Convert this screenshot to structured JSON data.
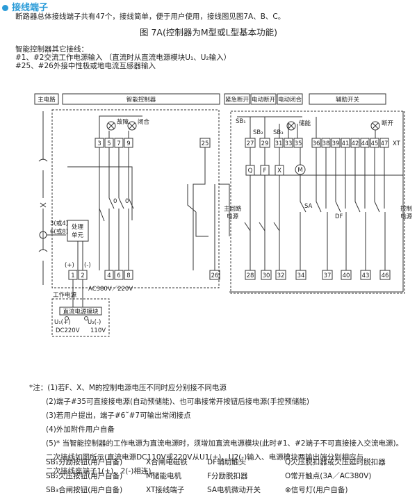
{
  "section_title": "接线端子",
  "intro": "断路器总体接线端子共有47个，接线简单，便于用户使用，接线图见图7A、B、C。",
  "figure_title": "图 7A(控制器为M型或L型基本功能)",
  "ctrl_note": {
    "line1": "智能控制器其它接线：",
    "line2": "#1、#2交流工作电源输入 （直流时从直流电源模块U₁、U₂输入）",
    "line3": "#25、#26外接中性极或地电流互感器输入"
  },
  "header_boxes": [
    "主电路",
    "智能控制器",
    "紧急断开",
    "电动断开",
    "电动闭合",
    "辅助开关"
  ],
  "lamp_labels": {
    "fault": "故障",
    "close": "闭合",
    "storage": "储能",
    "open": "断开"
  },
  "top_terminals": [
    "3",
    "5",
    "7",
    "9",
    "25",
    "27",
    "29",
    "31",
    "33",
    "35",
    "36",
    "38",
    "39",
    "41",
    "42",
    "44",
    "45",
    "47"
  ],
  "xt": "XT",
  "bottom_terminals": [
    "1",
    "2",
    "4",
    "6",
    "8",
    "26",
    "28",
    "30",
    "32",
    "34",
    "37",
    "40",
    "43",
    "46"
  ],
  "coils": {
    "q": "Q",
    "f": "F",
    "x": "X",
    "m": "M"
  },
  "labels": {
    "sb1": "SB₁",
    "sb2": "SB₂",
    "sb3": "SB₃",
    "sa": "SA",
    "df": "DF",
    "ct": "3(或4)\n6(或8)",
    "proc": "处理\n单元",
    "main_loop": "主回路\n电源",
    "ctrl_power": "控制\n电源",
    "plus": "(+)",
    "minus": "(-)",
    "work_power": "工作电源",
    "ac": "AC380V／220V",
    "dc_module": "直流电源模块",
    "u1": "U₁(+)",
    "u2": "U₂(-)",
    "dc220": "DC220V",
    "v110": "110V",
    "zero": "0"
  },
  "notes": [
    "*注：(1)若F、X、M的控制电源电压不同时应分别接不同电源",
    "(2)端子#35可直接接电源(自动预储能)、也可串接常开按钮后接电源(手控预储能)",
    "(3)若用户提出，端子#6˜#7可输出常闭接点",
    "(4)外加附件用户自备",
    "(5)* 当智能控制器的工作电源为直流电源时，须增加直流电源模块(此时#1、#2端子不可直接接入交流电源)。",
    "二次接线如图所示(直流电源DC110V或220V从U1(+)、U2(-)输入、电源模块两输出端分别相应与",
    "二次接线座端子1(+)、2(-)相连)。"
  ],
  "legend": [
    [
      "SB₁分励按钮(用户自备)",
      "X合闸电磁铁",
      "DF辅助触头",
      "Q欠压脱扣器或欠压延时脱扣器"
    ],
    [
      "SB₂欠压按钮(用户自备)",
      "M储能电机",
      "F分励脱扣器",
      "O常开触点(3A／AC380V)"
    ],
    [
      "SB₃合闸按钮(用户自备)",
      "XT接线端子",
      "SA电机微动开关",
      "⊗信号灯(用户自备)"
    ]
  ]
}
